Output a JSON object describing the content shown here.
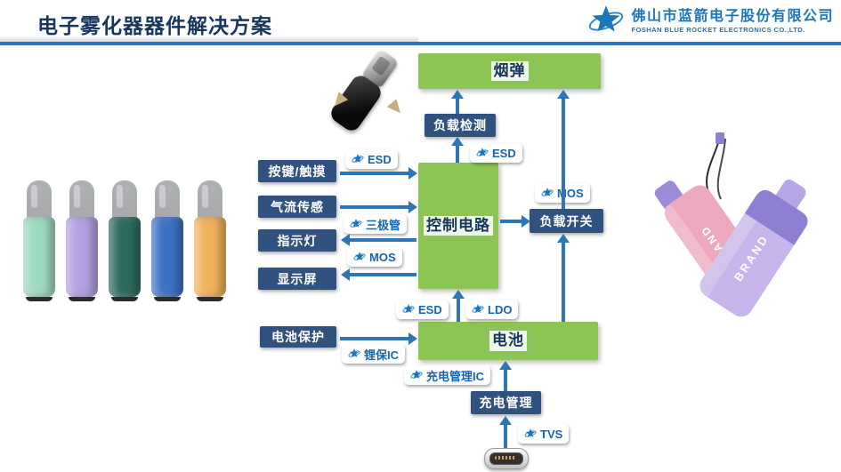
{
  "slide": {
    "title": "电子雾化器器件解决方案",
    "company": {
      "name_cn": "佛山市蓝箭电子股份有限公司",
      "name_en": "FOSHAN BLUE ROCKET ELECTRONICS CO.,LTD."
    }
  },
  "colors": {
    "title_navy": "#17375E",
    "rule_blue": "#2E75B6",
    "arrow_blue": "#2E75B6",
    "green_box": "#8CC455",
    "navy_box": "#31517F",
    "pill_text_blue": "#1565AE",
    "logo_blue": "#1B75BC"
  },
  "diagram": {
    "nodes": {
      "cartridge": {
        "label": "烟弹"
      },
      "load_detect": {
        "label": "负载检测"
      },
      "control_circuit": {
        "label": "控制电路"
      },
      "load_switch": {
        "label": "负载开关"
      },
      "battery": {
        "label": "电池"
      },
      "key_touch": {
        "label": "按键/触摸"
      },
      "airflow_sensor": {
        "label": "气流传感"
      },
      "indicator_light": {
        "label": "指示灯"
      },
      "display_screen": {
        "label": "显示屏"
      },
      "battery_protection": {
        "label": "电池保护"
      },
      "charge_management": {
        "label": "充电管理"
      }
    },
    "components": {
      "esd_load_detect": {
        "label": "ESD"
      },
      "esd_key_touch": {
        "label": "ESD"
      },
      "triode": {
        "label": "三极管"
      },
      "mos_display": {
        "label": "MOS"
      },
      "mos_load_switch": {
        "label": "MOS"
      },
      "esd_battery": {
        "label": "ESD"
      },
      "ldo": {
        "label": "LDO"
      },
      "li_battery_protect_ic": {
        "label": "锂保IC"
      },
      "charge_management_ic": {
        "label": "充电管理IC"
      },
      "tvs": {
        "label": "TVS"
      }
    }
  },
  "images": {
    "left_pod_colors": [
      "#9EDABF",
      "#B5A0E0",
      "#2E6A60",
      "#3E71C5",
      "#F1B25A"
    ],
    "right_device_brand": "BRAND"
  }
}
